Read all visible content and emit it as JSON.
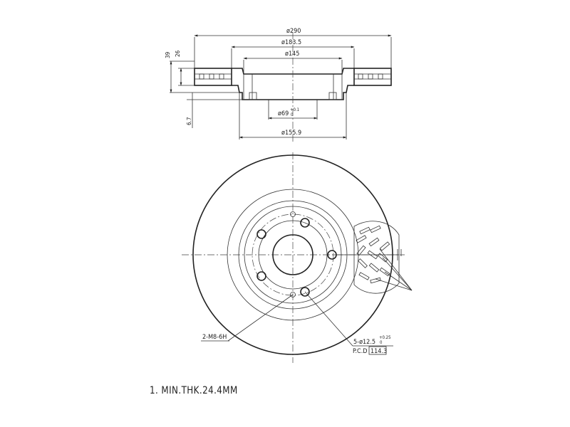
{
  "dimensions": {
    "outer_diameter": "ø290",
    "hat_diameter": "ø183.5",
    "inner_diameter": "ø145",
    "center_bore": "ø69",
    "center_bore_tol_upper": "+0.1",
    "center_bore_tol_lower": "0",
    "hub_diameter": "ø155.9",
    "total_height": "39",
    "disc_thickness": "26",
    "hat_offset": "6.7"
  },
  "callouts": {
    "thread_holes": "2-M8-6H",
    "bolt_holes": "5-ø12.5",
    "bolt_holes_tol_upper": "+0.25",
    "bolt_holes_tol_lower": "0",
    "pcd_label": "P.C.D",
    "pcd_value": "114.3"
  },
  "notes": {
    "min_thickness": "1. MIN.THK.24.4MM"
  }
}
